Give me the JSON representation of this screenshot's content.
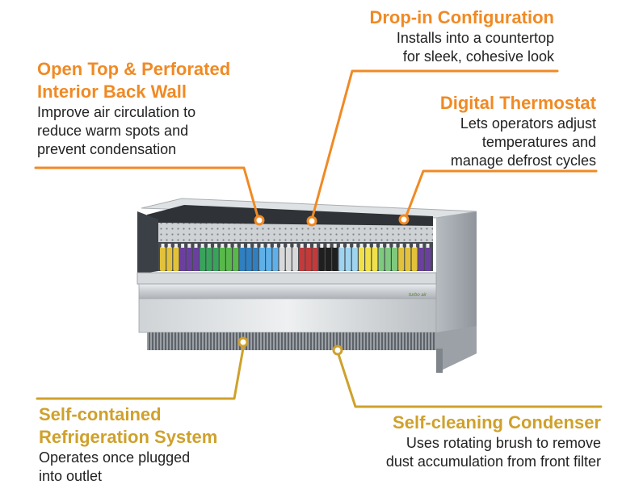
{
  "colors": {
    "orange": "#f08a24",
    "gold": "#cfa12c",
    "text": "#222222"
  },
  "callouts": {
    "drop_in": {
      "title": "Drop-in Configuration",
      "lines": [
        "Installs into a countertop",
        "for sleek, cohesive look"
      ]
    },
    "open_top": {
      "title_lines": [
        "Open Top & Perforated",
        "Interior Back Wall"
      ],
      "lines": [
        "Improve air circulation to",
        "reduce warm spots and",
        "prevent condensation"
      ]
    },
    "thermostat": {
      "title": "Digital Thermostat",
      "lines": [
        "Lets operators adjust",
        "temperatures and",
        "manage defrost cycles"
      ]
    },
    "self_contained": {
      "title_lines": [
        "Self-contained",
        "Refrigeration System"
      ],
      "lines": [
        "Operates once plugged",
        "into outlet"
      ]
    },
    "condenser": {
      "title": "Self-cleaning Condenser",
      "lines": [
        "Uses rotating brush to remove",
        "dust accumulation from front filter"
      ]
    }
  },
  "product": {
    "name": "open-air-merchandiser",
    "logo_text": "turbo air"
  }
}
